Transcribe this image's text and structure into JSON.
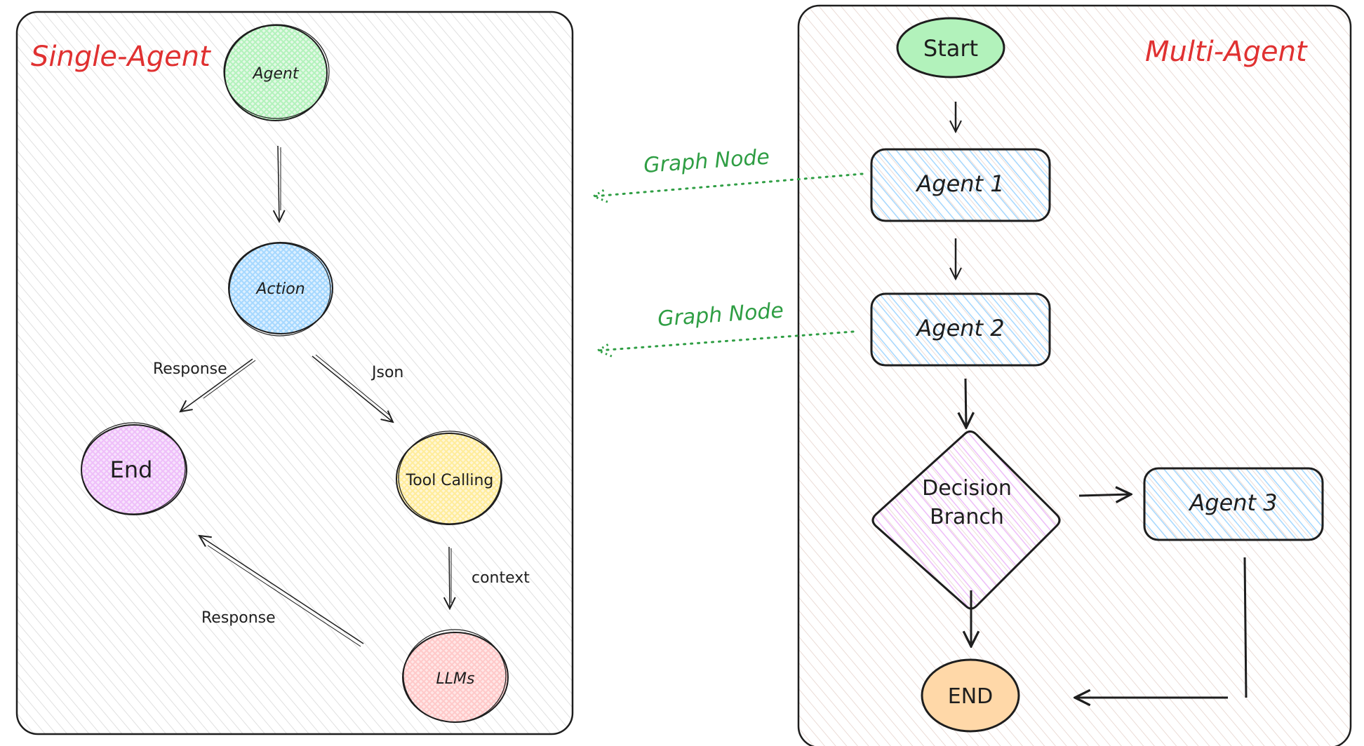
{
  "single_agent": {
    "title": "Single-Agent",
    "nodes": {
      "agent": {
        "label": "Agent",
        "color": "#b2f2bb"
      },
      "action": {
        "label": "Action",
        "color": "#a5d8ff"
      },
      "end": {
        "label": "End",
        "color": "#eebefa"
      },
      "tool_calling": {
        "label": "Tool Calling",
        "color": "#ffec99"
      },
      "llms": {
        "label": "LLMs",
        "color": "#ffc9c9"
      }
    },
    "edges": {
      "action_to_end": "Response",
      "action_to_tool": "Json",
      "tool_to_llms": "context",
      "llms_to_end": "Response"
    }
  },
  "multi_agent": {
    "title": "Multi-Agent",
    "nodes": {
      "start": {
        "label": "Start",
        "color": "#b2f2bb"
      },
      "agent1": {
        "label": "Agent 1",
        "color": "#a5d8ff"
      },
      "agent2": {
        "label": "Agent 2",
        "color": "#a5d8ff"
      },
      "decision_line1": "Decision",
      "decision_line2": "Branch",
      "decision_color": "#eebefa",
      "agent3": {
        "label": "Agent 3",
        "color": "#a5d8ff"
      },
      "end": {
        "label": "END",
        "color": "#ffd8a8"
      }
    }
  },
  "links": {
    "graph_node_1": "Graph Node",
    "graph_node_2": "Graph Node",
    "color": "#2f9e44"
  },
  "colors": {
    "title": "#e03131",
    "stroke": "#1e1e1e"
  }
}
